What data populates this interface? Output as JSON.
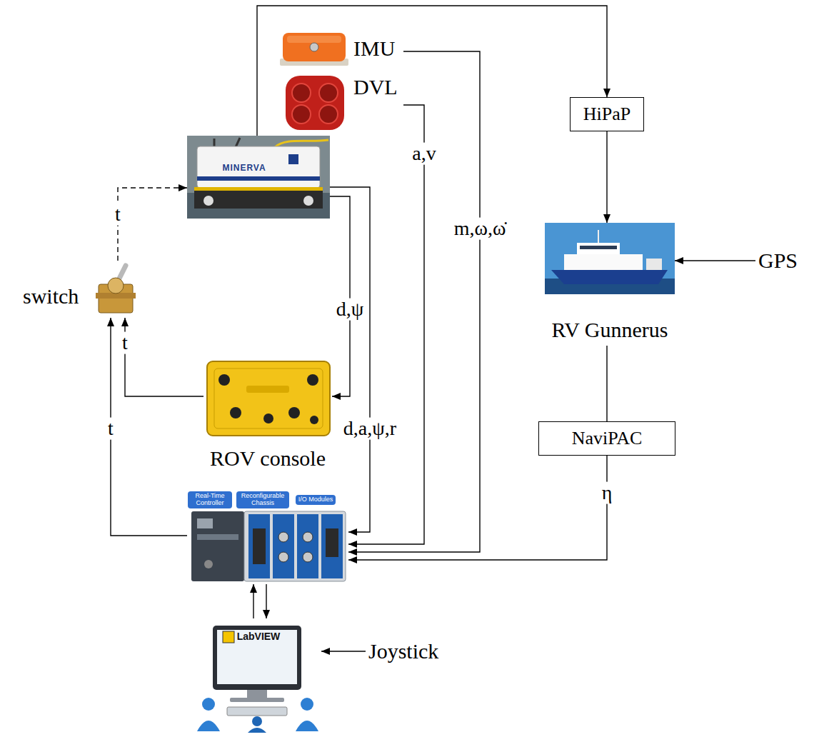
{
  "diagram": {
    "nodes": [
      {
        "text": [
          "IMU"
        ]
      },
      {
        "text": [
          "DVL"
        ]
      },
      {
        "text": [
          "HiPaP"
        ]
      },
      {
        "text": [
          "MINERVA"
        ]
      },
      {
        "text": [
          "RV Gunnerus"
        ]
      },
      {
        "text": [
          "GPS"
        ]
      },
      {
        "text": [
          "switch"
        ]
      },
      {
        "text": [
          "ROV console"
        ]
      },
      {
        "text": [
          "NaviPAC"
        ]
      },
      {
        "text": [
          "Real-Time Controller",
          "Reconfigurable Chassis",
          "I/O Modules"
        ]
      },
      {
        "text": [
          "LabVIEW"
        ]
      },
      {
        "text": [
          "Joystick"
        ]
      }
    ],
    "edges": [
      {
        "from": 3,
        "to": 2,
        "arrow": "to"
      },
      {
        "from": 2,
        "to": 4,
        "arrow": "to"
      },
      {
        "from": 5,
        "to": 4,
        "arrow": "to"
      },
      {
        "from": 4,
        "to": 8,
        "arrow": "none"
      },
      {
        "from": 8,
        "to": 9,
        "label": "η",
        "arrow": "to"
      },
      {
        "from": 1,
        "to": 9,
        "label": "a,v",
        "arrow": "to"
      },
      {
        "from": 0,
        "to": 9,
        "label": "m,ω,ω̇",
        "arrow": "to"
      },
      {
        "from": 3,
        "to": 7,
        "label": "d,ψ",
        "arrow": "to"
      },
      {
        "from": 3,
        "to": 9,
        "label": "d,a,ψ,r",
        "arrow": "to"
      },
      {
        "from": 7,
        "to": 6,
        "label": "t",
        "arrow": "to"
      },
      {
        "from": 9,
        "to": 6,
        "label": "t",
        "arrow": "to"
      },
      {
        "from": 6,
        "to": 3,
        "label": "t",
        "arrow": "to"
      },
      {
        "from": 9,
        "to": 10,
        "arrow": "to"
      },
      {
        "from": 10,
        "to": 9,
        "arrow": "to"
      },
      {
        "from": 11,
        "to": 10,
        "arrow": "to"
      }
    ]
  }
}
